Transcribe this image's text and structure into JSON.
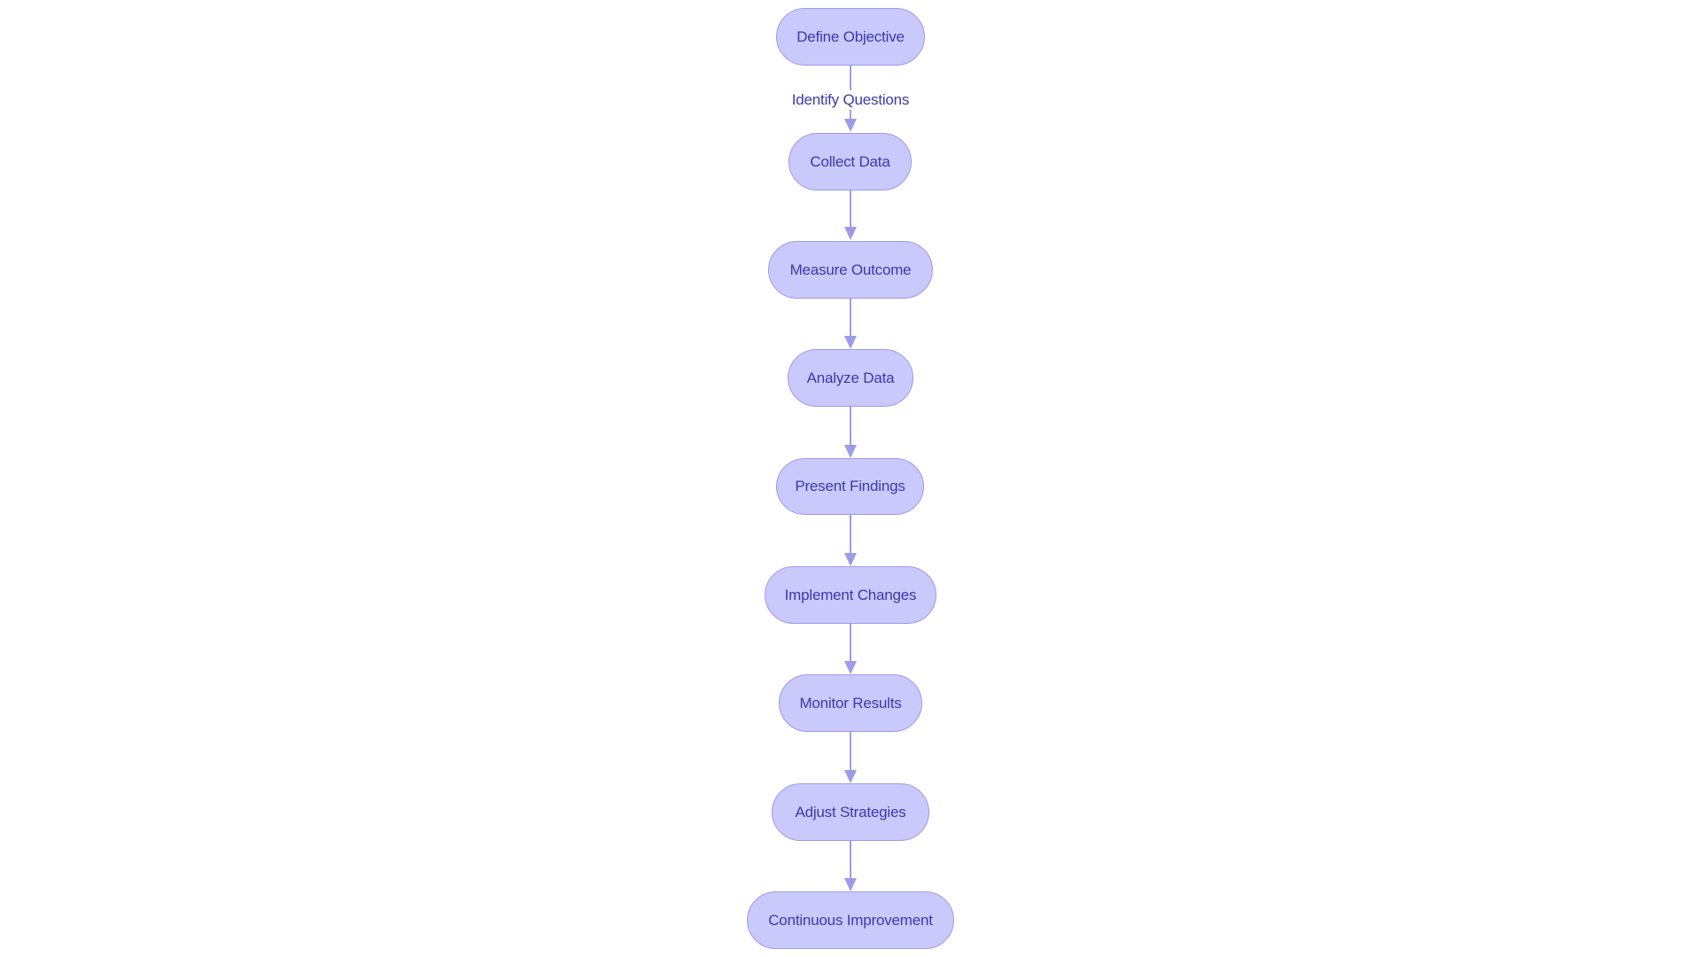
{
  "diagram": {
    "type": "flowchart",
    "direction": "top-to-bottom",
    "colors": {
      "node_fill": "#c9c9fc",
      "node_border": "#9c9ce8",
      "edge": "#9c9ce8",
      "text": "#3a3aab",
      "background": "#ffffff"
    },
    "nodes": [
      {
        "id": "n1",
        "label": "Define Objective"
      },
      {
        "id": "n2",
        "label": "Collect Data"
      },
      {
        "id": "n3",
        "label": "Measure Outcome"
      },
      {
        "id": "n4",
        "label": "Analyze Data"
      },
      {
        "id": "n5",
        "label": "Present Findings"
      },
      {
        "id": "n6",
        "label": "Implement Changes"
      },
      {
        "id": "n7",
        "label": "Monitor Results"
      },
      {
        "id": "n8",
        "label": "Adjust Strategies"
      },
      {
        "id": "n9",
        "label": "Continuous Improvement"
      }
    ],
    "edges": [
      {
        "from": "n1",
        "to": "n2",
        "label": "Identify Questions"
      },
      {
        "from": "n2",
        "to": "n3",
        "label": ""
      },
      {
        "from": "n3",
        "to": "n4",
        "label": ""
      },
      {
        "from": "n4",
        "to": "n5",
        "label": ""
      },
      {
        "from": "n5",
        "to": "n6",
        "label": ""
      },
      {
        "from": "n6",
        "to": "n7",
        "label": ""
      },
      {
        "from": "n7",
        "to": "n8",
        "label": ""
      },
      {
        "from": "n8",
        "to": "n9",
        "label": ""
      }
    ]
  }
}
